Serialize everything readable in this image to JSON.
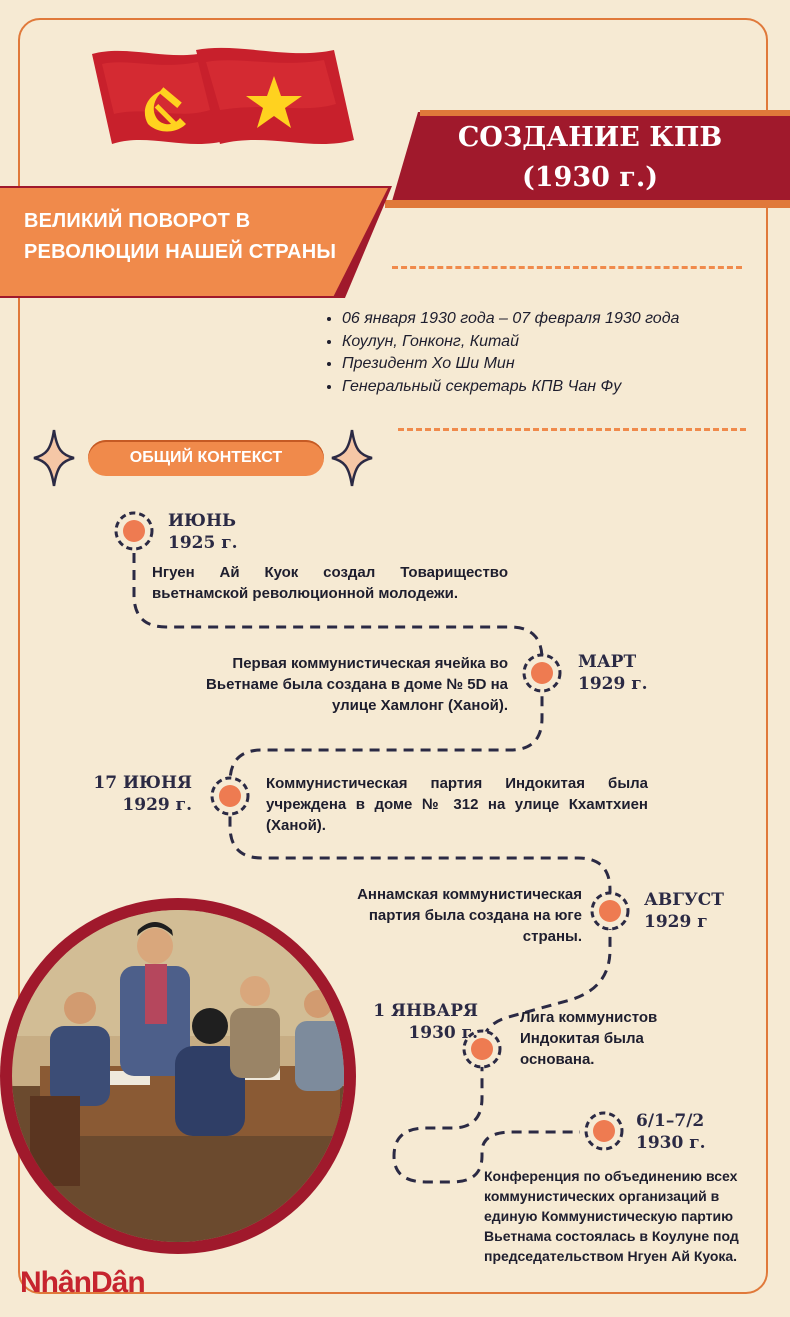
{
  "header": {
    "title_line1": "СОЗДАНИЕ КПВ",
    "title_line2": "(1930 г.)",
    "subtitle_line1": "ВЕЛИКИЙ ПОВОРОТ В",
    "subtitle_line2": "РЕВОЛЮЦИИ НАШЕЙ СТРАНЫ"
  },
  "info": {
    "items": [
      "06 января 1930 года – 07 февраля 1930 года",
      "Коулун, Гонконг, Китай",
      "Президент Хо Ши Мин",
      "Генеральный секретарь КПВ Чан Фу"
    ]
  },
  "context": {
    "label": "ОБЩИЙ КОНТЕКСТ"
  },
  "timeline": [
    {
      "date1": "ИЮНЬ",
      "date2": "1925 г.",
      "text": "Нгуен Ай Куок создал Товарищество вьетнамской революционной молодежи."
    },
    {
      "date1": "МАРТ",
      "date2": "1929 г.",
      "text": "Первая коммунистическая ячейка во Вьетнаме была создана в доме № 5D на улице Хамлонг (Ханой)."
    },
    {
      "date1": "17 ИЮНЯ",
      "date2": "1929 г.",
      "text": "Коммунистическая партия Индокитая была учреждена в доме № 312 на улице Кхамтхиен (Ханой)."
    },
    {
      "date1": "АВГУСТ",
      "date2": "1929 г",
      "text": "Аннамская коммунистическая партия была создана на юге страны."
    },
    {
      "date1": "1 ЯНВАРЯ",
      "date2": "1930 г.",
      "text": "Лига коммунистов Индокитая была основана."
    },
    {
      "date1": "6/1–7/2",
      "date2": "1930 г.",
      "text": "Конференция по объединению всех коммунистических организаций в единую Коммунистическую партию Вьетнама состоялась в Коулуне под председательством Нгуен Ай Куока."
    }
  ],
  "logo": {
    "text": "NhânDân"
  },
  "colors": {
    "red": "#a0192c",
    "orange": "#f08a4b",
    "cream": "#f6ead3",
    "navy": "#2b2a44",
    "gold": "#ffd21f"
  }
}
